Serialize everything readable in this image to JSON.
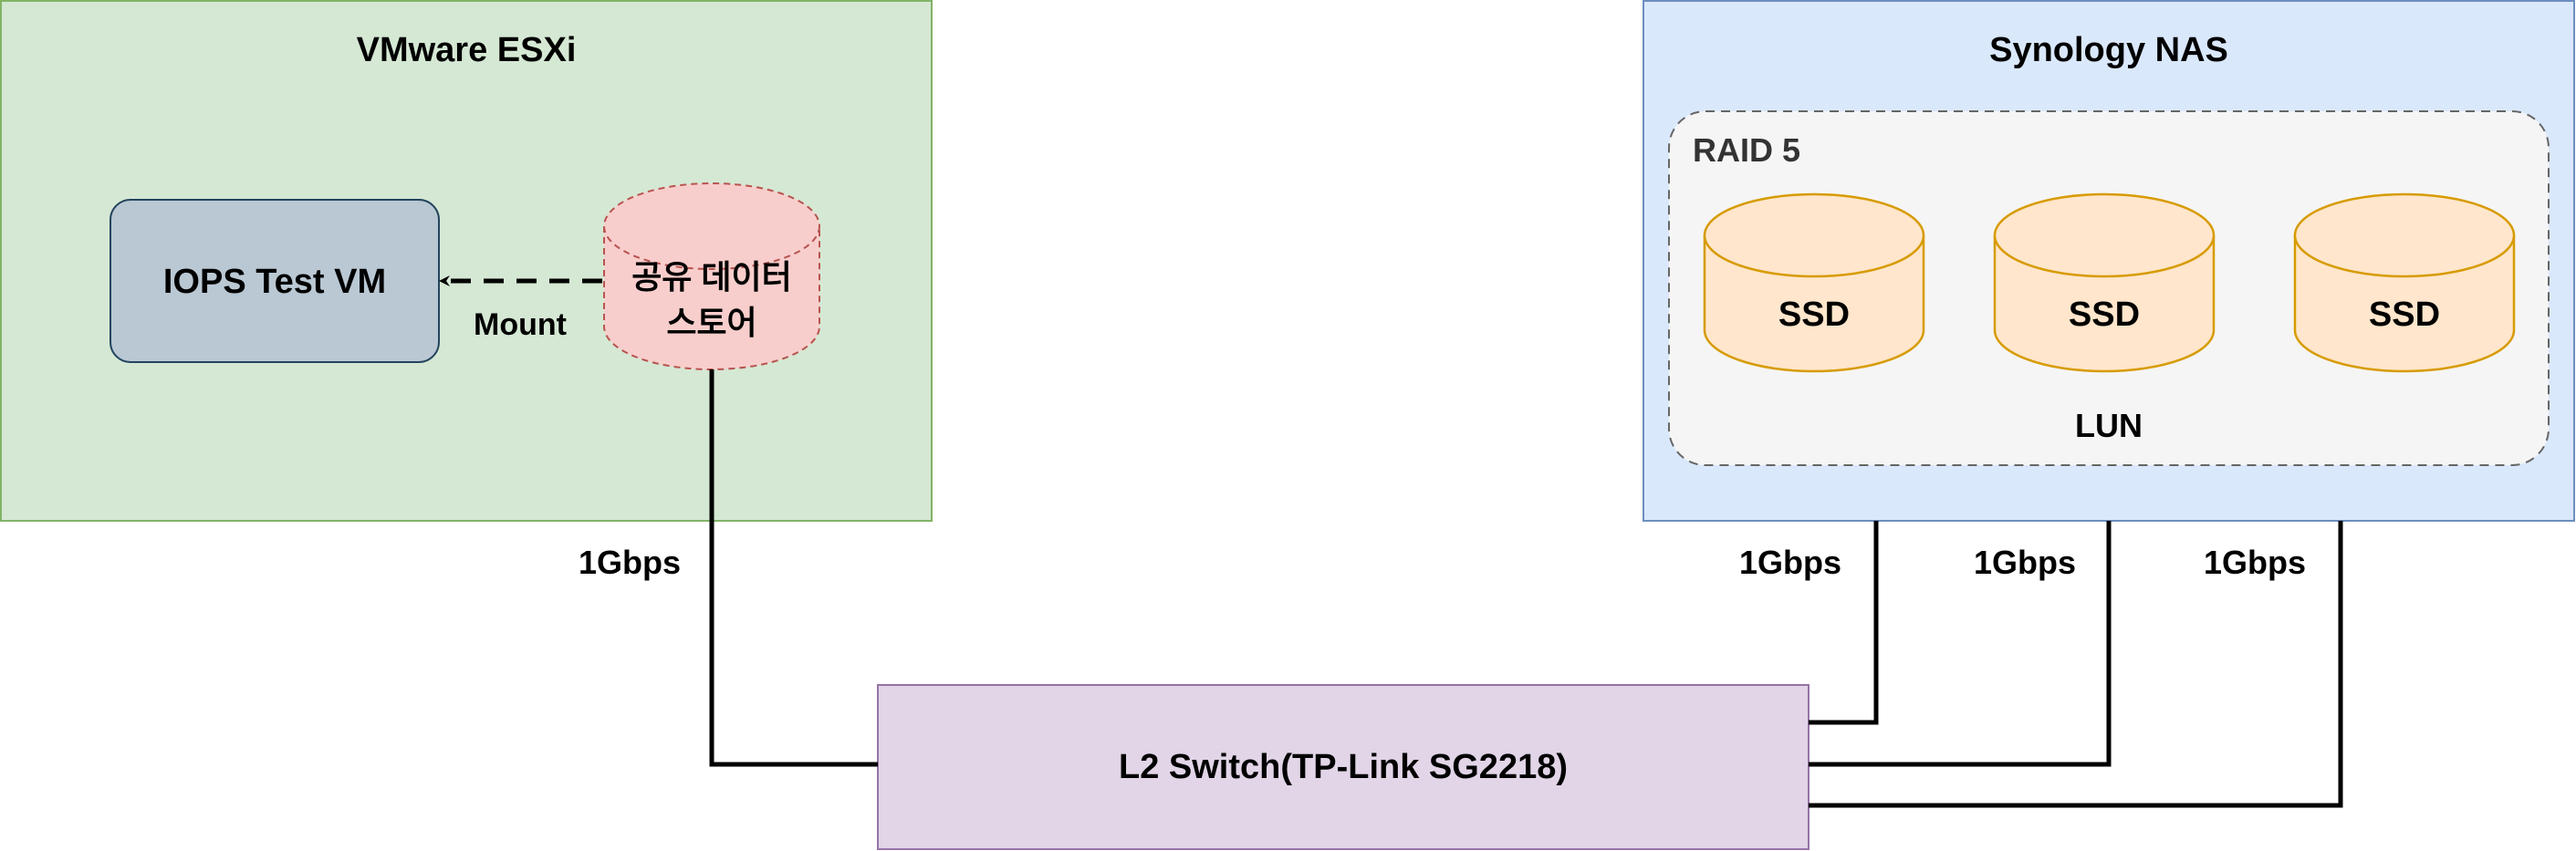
{
  "esxi": {
    "title": "VMware ESXi",
    "vm_label": "IOPS Test VM",
    "datastore_line1": "공유 데이터",
    "datastore_line2": "스토어",
    "mount_label": "Mount"
  },
  "nas": {
    "title": "Synology NAS",
    "raid_label": "RAID 5",
    "disks": [
      "SSD",
      "SSD",
      "SSD"
    ],
    "lun_label": "LUN"
  },
  "switch": {
    "label": "L2 Switch(TP-Link SG2218)"
  },
  "links": {
    "esxi_speed": "1Gbps",
    "nas_speeds": [
      "1Gbps",
      "1Gbps",
      "1Gbps"
    ]
  },
  "colors": {
    "esxi_fill": "#d5e8d4",
    "esxi_stroke": "#82b366",
    "nas_fill": "#dae8fc",
    "nas_stroke": "#6c8ebf",
    "vm_fill": "#bac8d3",
    "vm_stroke": "#23445d",
    "datastore_fill": "#f8cecc",
    "datastore_stroke": "#b85450",
    "ssd_fill": "#ffe6cc",
    "ssd_stroke": "#d79b00",
    "raid_fill": "#f5f5f5",
    "raid_stroke": "#666666",
    "switch_fill": "#e1d5e7",
    "switch_stroke": "#9673a6"
  }
}
